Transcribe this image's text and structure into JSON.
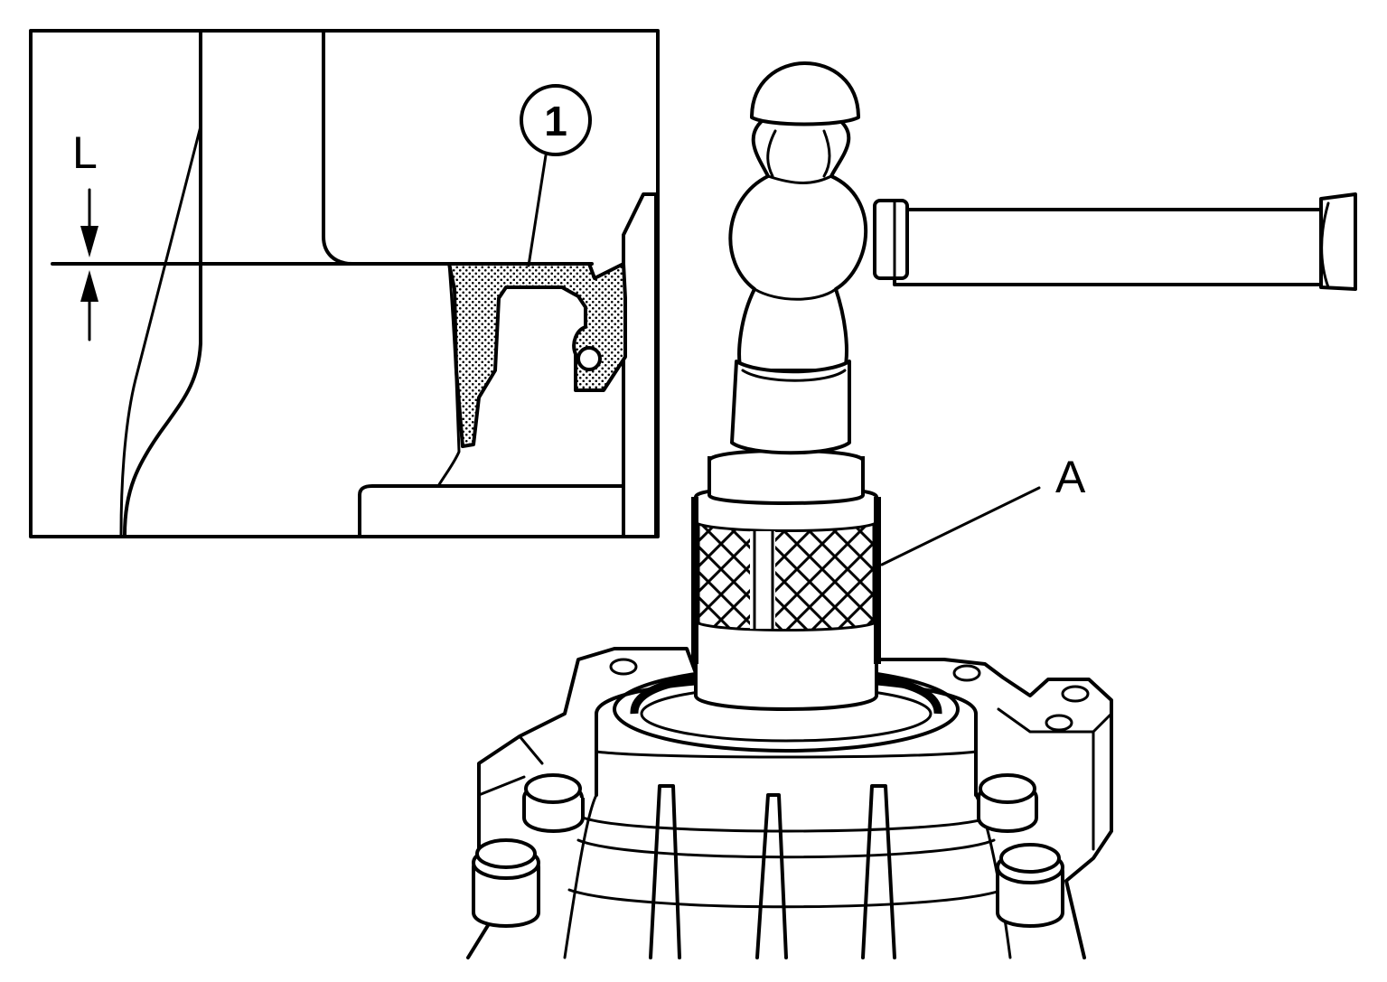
{
  "labels": {
    "dimension": "L",
    "part_number": "1",
    "tool": "A"
  },
  "colors": {
    "ink": "#000000",
    "background": "#ffffff"
  }
}
